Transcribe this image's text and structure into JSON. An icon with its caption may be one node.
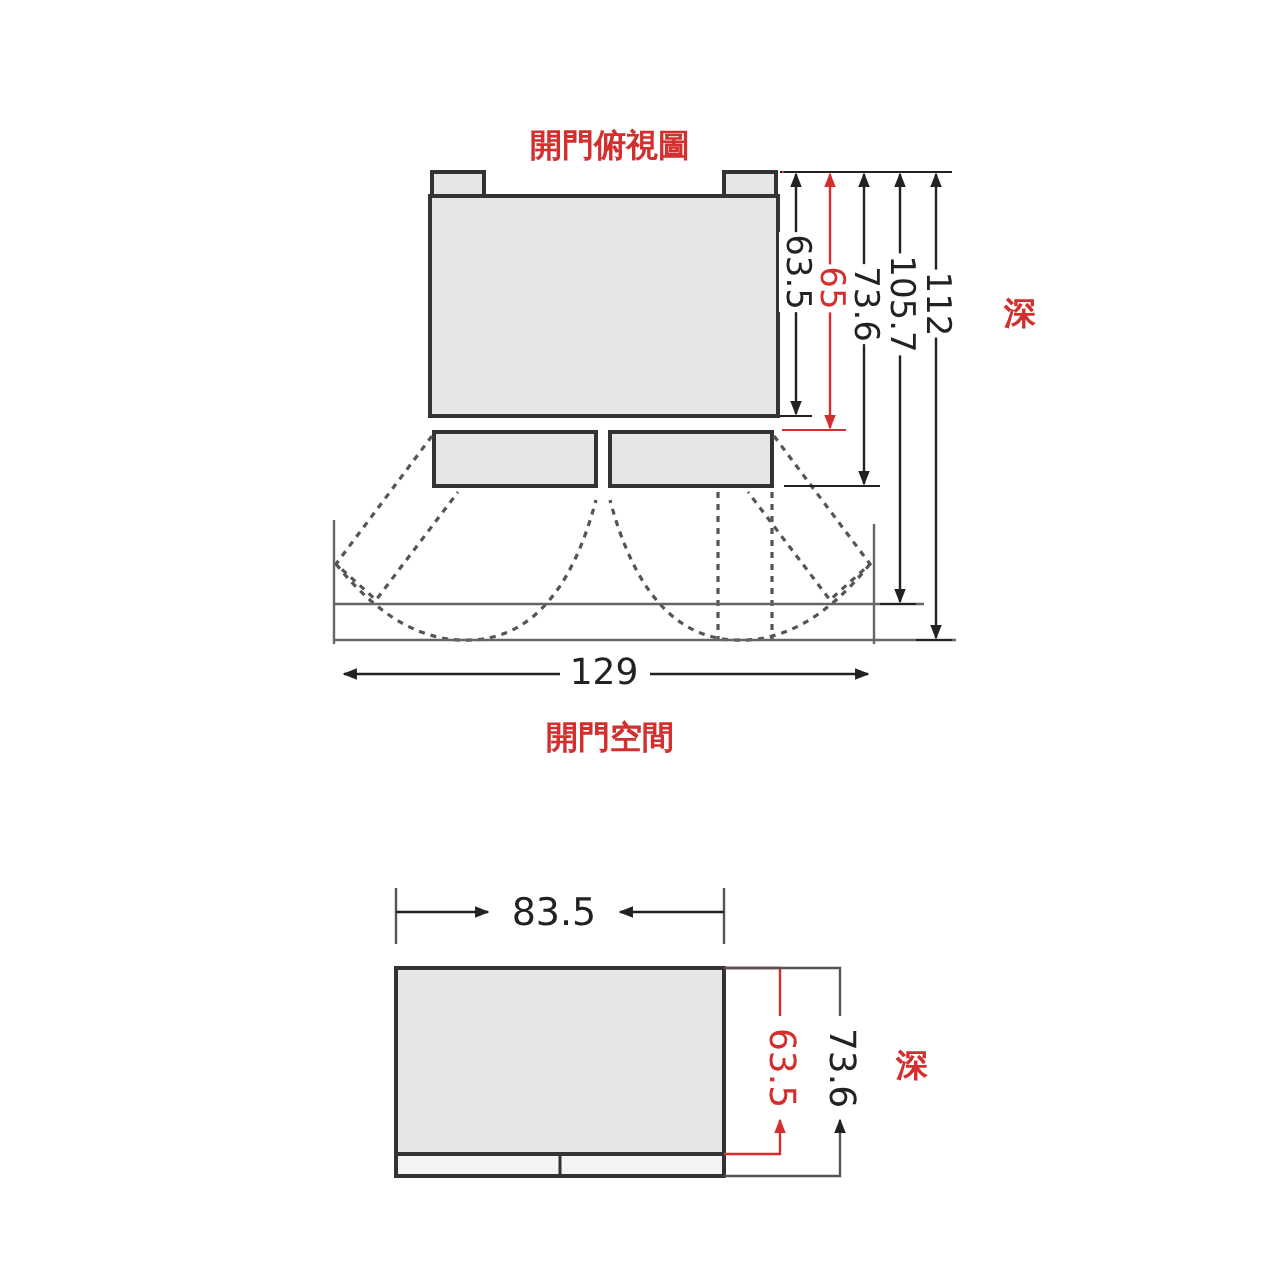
{
  "diagram": {
    "labels": [
      "開門俯視圖",
      "112",
      "105.7",
      "73.6",
      "65",
      "63.5",
      "深",
      "129",
      "開門空間",
      "83.5",
      "63.5",
      "73.6",
      "深"
    ]
  }
}
